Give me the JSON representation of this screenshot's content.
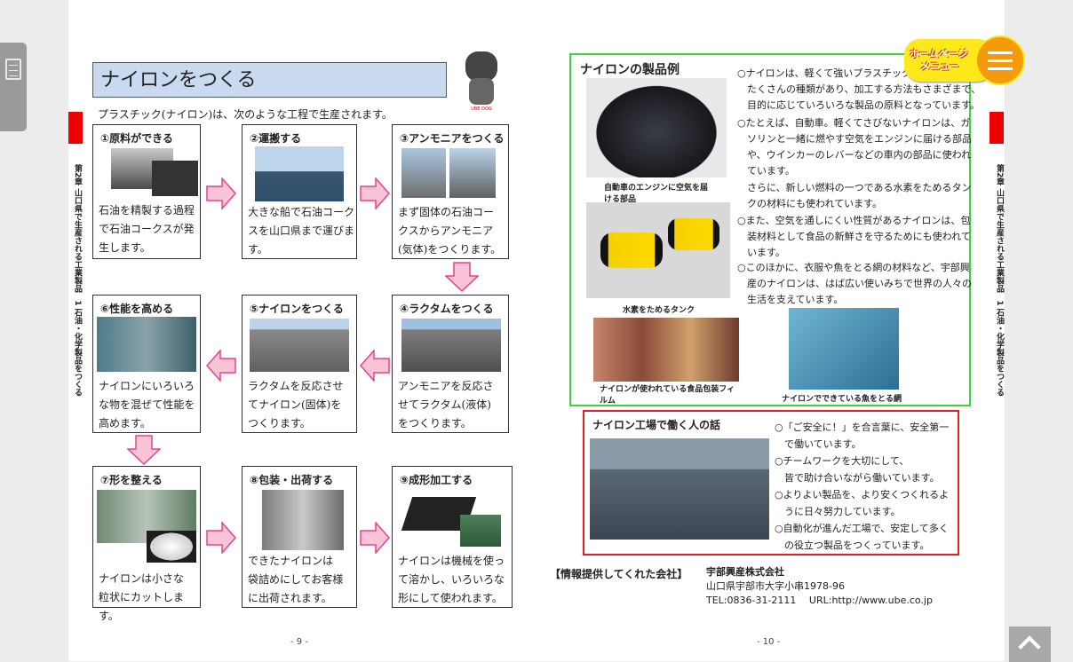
{
  "left_page": {
    "title": "ナイロンをつくる",
    "mascot_label": "UBE DOG",
    "intro": "プラスチック(ナイロン)は、次のような工程で生産されます。",
    "chapter_label": "第2章 山口県で生産される工業製品",
    "section_label": "1 石油・化学製品をつくる",
    "page_number": "- 9 -",
    "steps": [
      {
        "heading": "①原料ができる",
        "text": [
          "石油を精製する過程",
          "で石油コークスが発",
          "生します。"
        ]
      },
      {
        "heading": "②運搬する",
        "text": [
          "大きな船で石油コーク",
          "スを山口県まで運びま",
          "す。"
        ]
      },
      {
        "heading": "③アンモニアをつくる",
        "text": [
          "まず固体の石油コー",
          "クスからアンモニア",
          "(気体)をつくります。"
        ]
      },
      {
        "heading": "④ラクタムをつくる",
        "text": [
          "アンモニアを反応さ",
          "せてラクタム(液体)",
          "をつくります。"
        ]
      },
      {
        "heading": "⑤ナイロンをつくる",
        "text": [
          "ラクタムを反応させ",
          "てナイロン(固体)を",
          "つくります。"
        ]
      },
      {
        "heading": "⑥性能を高める",
        "text": [
          "ナイロンにいろいろ",
          "な物を混ぜて性能を",
          "高めます。"
        ]
      },
      {
        "heading": "⑦形を整える",
        "text": [
          "ナイロンは小さな",
          "粒状にカットします。"
        ]
      },
      {
        "heading": "⑧包装・出荷する",
        "text": [
          "できたナイロンは",
          "袋詰めにしてお客様",
          "に出荷されます。"
        ]
      },
      {
        "heading": "⑨成形加工する",
        "text": [
          "ナイロンは機械を使っ",
          "て溶かし、いろいろな",
          "形にして使われます。"
        ]
      }
    ]
  },
  "right_page": {
    "products_title": "ナイロンの製品例",
    "product_bullets": [
      [
        "○ナイロンは、軽くて強いプラスチック",
        "たくさんの種類があり、加工する方法もさまざまで、",
        "目的に応じていろいろな製品の原料となっています。"
      ],
      [
        "○たとえば、自動車。軽くてさびないナイロンは、ガ",
        "ソリンと一緒に燃やす空気をエンジンに届ける部品",
        "や、ウインカーのレバーなどの車内の部品に使われ",
        "ています。"
      ],
      [
        "さらに、新しい燃料の一つである水素をためるタン",
        "クの材料にも使われています。"
      ],
      [
        "○また、空気を通しにくい性質があるナイロンは、包",
        "装材料として食品の新鮮さを守るためにも使われて",
        "います。"
      ],
      [
        "○このほかに、衣服や魚をとる網の材料など、宇部興",
        "産のナイロンは、はば広い使いみちで世界の人々の",
        "生活を支えています。"
      ]
    ],
    "captions": {
      "engine": "自動車のエンジンに空気を届ける部品",
      "tank": "水素をためるタンク",
      "food": "ナイロンが使われている食品包装フィルム",
      "net": "ナイロンでできている魚をとる網"
    },
    "workers_title": "ナイロン工場で働く人の話",
    "worker_bullets": [
      [
        "○「ご安全に！」を合言葉に、安全第一",
        "で働いています。"
      ],
      [
        "○チームワークを大切にして、",
        "皆で助け合いながら働いています。"
      ],
      [
        "○よりよい製品を、より安くつくれるよ",
        "うに日々努力しています。"
      ],
      [
        "○自動化が進んだ工場で、安定して多く",
        "の役立つ製品をつくっています。"
      ]
    ],
    "info_label": "【情報提供してくれた会社】",
    "company": "宇部興産株式会社",
    "address": "山口県宇部市大字小串1978-96",
    "contact": "TEL:0836-31-2111　 URL:http://www.ube.co.jp",
    "chapter_label": "第2章 山口県で生産される工業製品",
    "section_label": "1 石油・化学製品をつくる",
    "page_number": "- 10 -"
  },
  "ui": {
    "menu_button_label_1": "ホームページ",
    "menu_button_label_2": "メニュー"
  }
}
